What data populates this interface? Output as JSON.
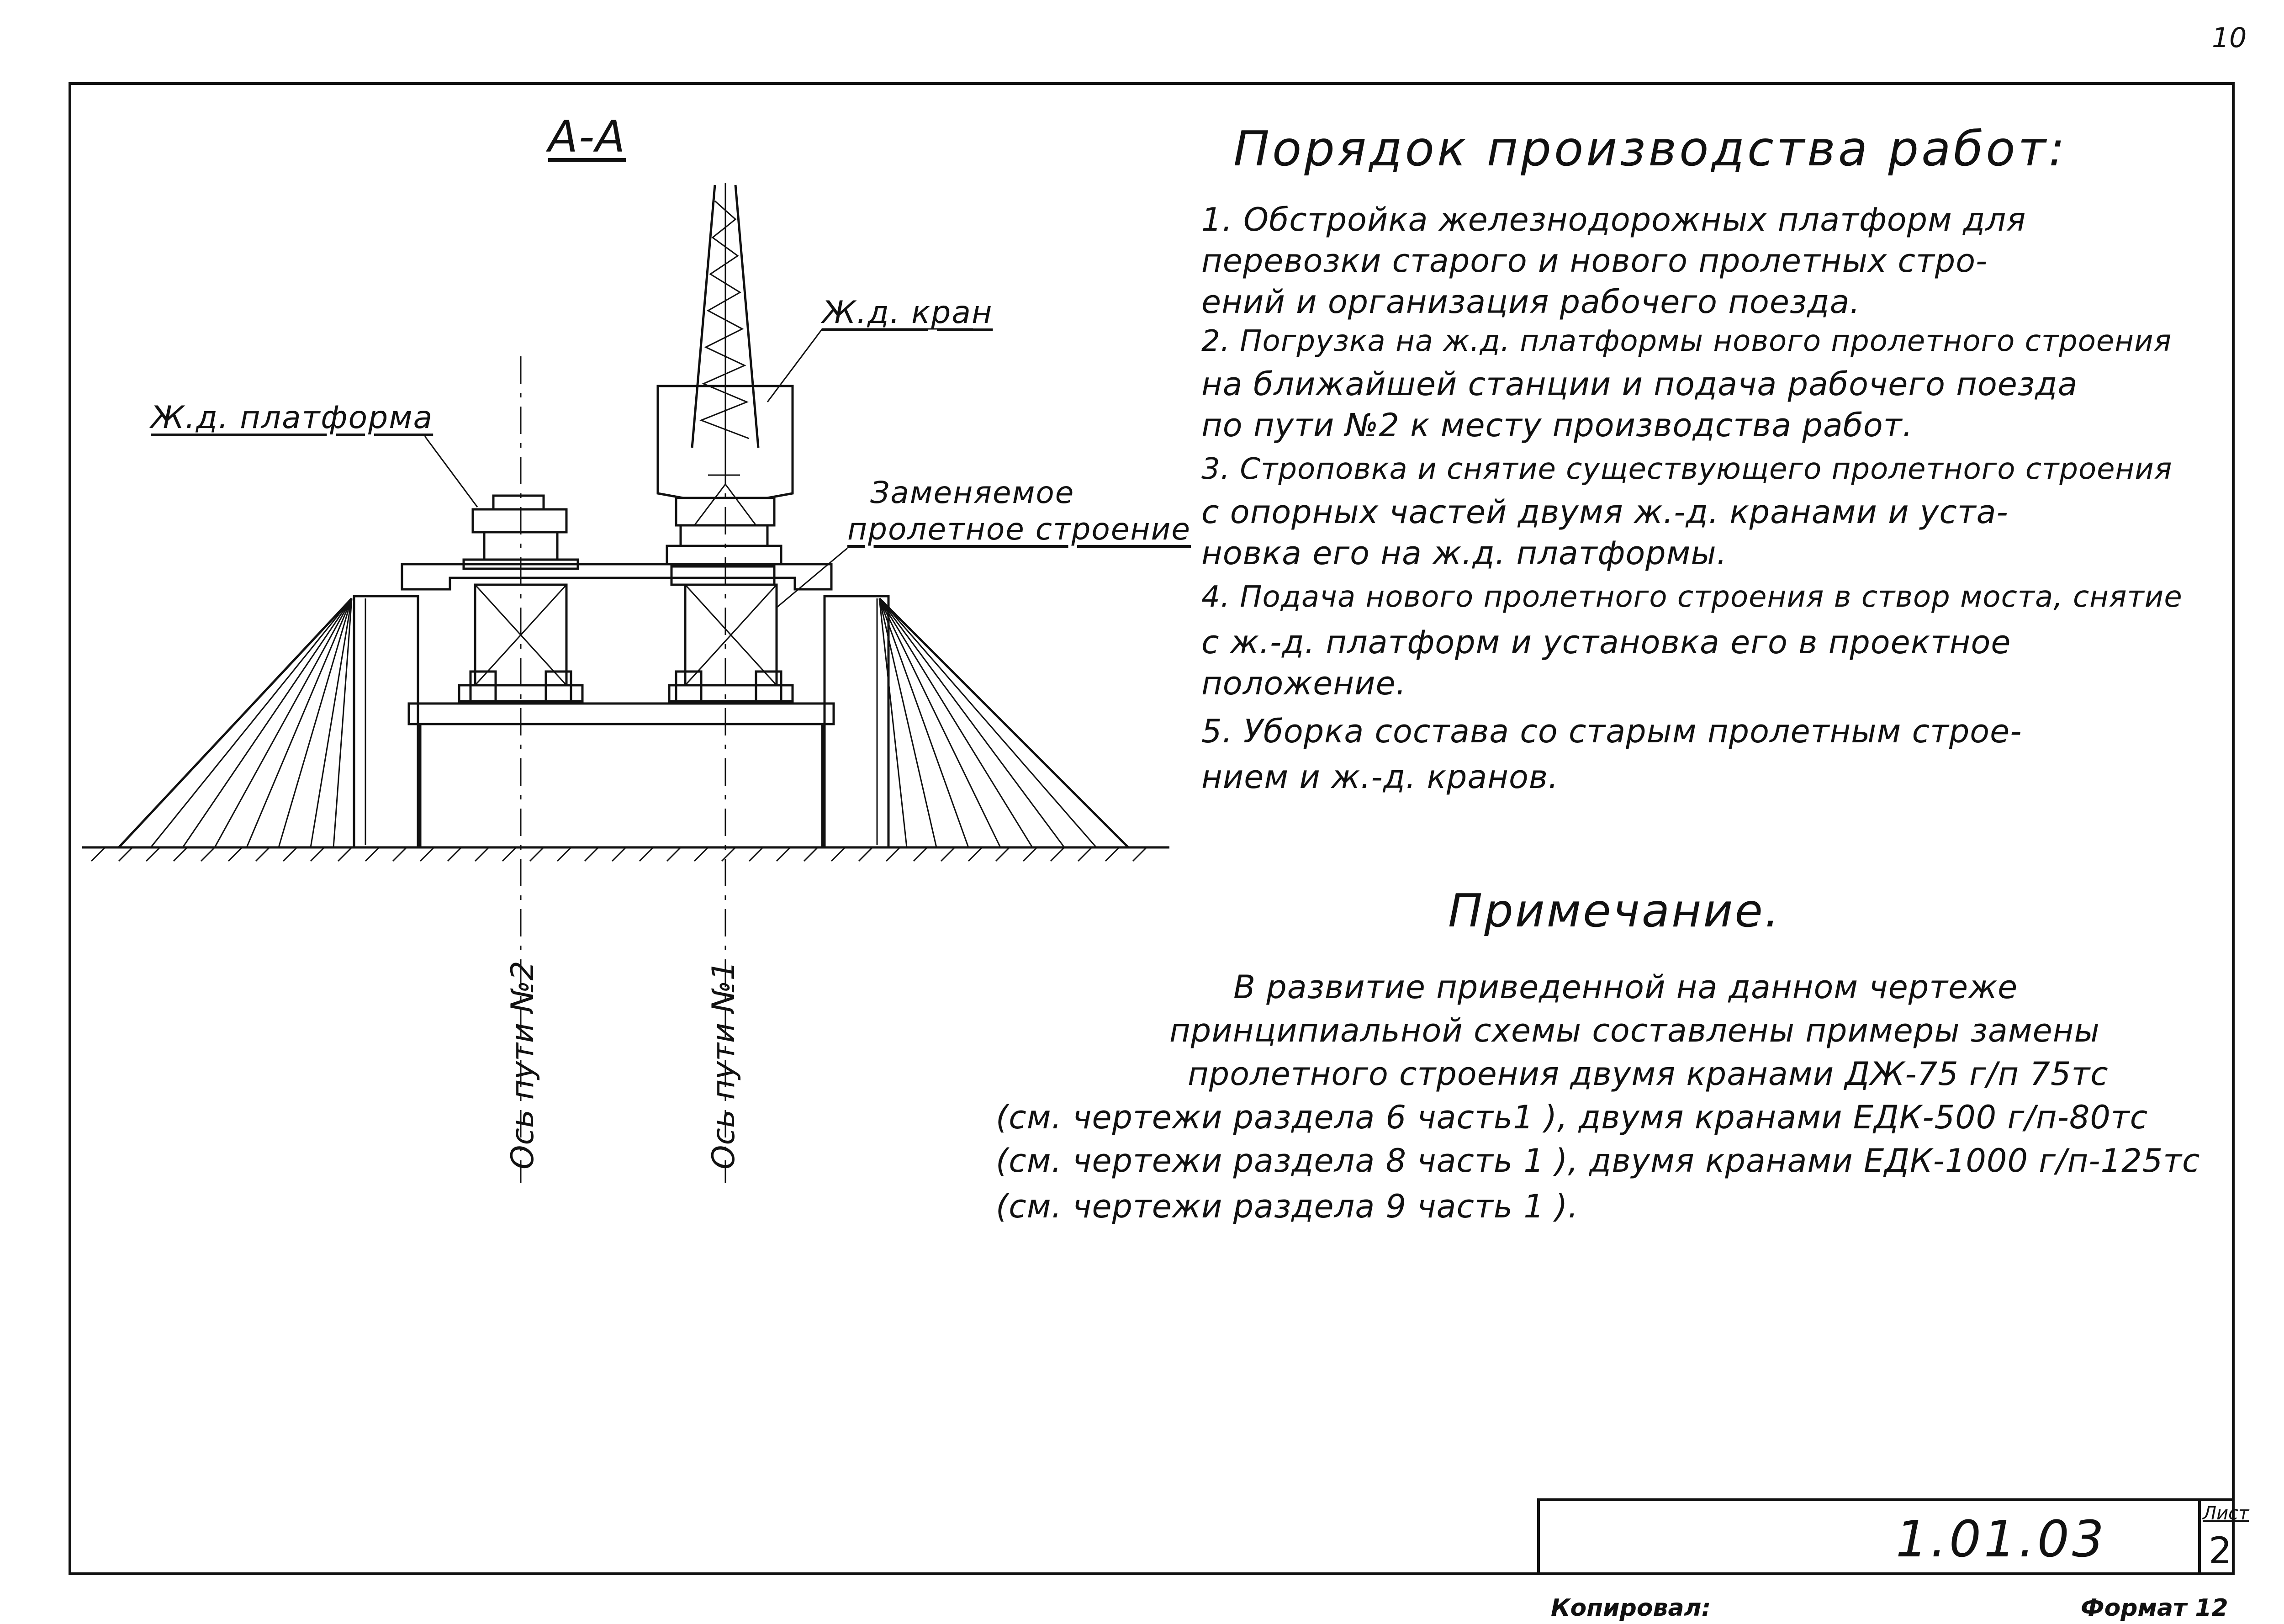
{
  "page_number": "10",
  "drawing": {
    "section_title": "А-А",
    "label_crane": "Ж.д. кран",
    "label_platform": "Ж.д. платформа",
    "label_span_line1": "Заменяемое",
    "label_span_line2": "пролетное строение",
    "axis_track2": "Ось пути №2",
    "axis_track1": "Ось пути №1"
  },
  "works": {
    "title": "Порядок производства работ:",
    "lines": [
      "1. Обстройка железнодорожных платформ для",
      "перевозки старого и нового пролетных стро-",
      "ений и организация рабочего поезда.",
      "2. Погрузка на ж.д. платформы нового пролетного строения",
      "на ближайшей станции и подача рабочего поезда",
      "по пути №2 к месту производства работ.",
      "3. Строповка и снятие существующего пролетного строения",
      "с опорных частей двумя ж.-д. кранами и уста-",
      "новка его на ж.д. платформы.",
      "4. Подача нового пролетного строения в створ моста, снятие",
      "с ж.-д. платформ и установка его в проектное",
      "положение.",
      "5. Уборка состава со старым пролетным строе-",
      "нием и ж.-д. кранов."
    ]
  },
  "note": {
    "title": "Примечание.",
    "lines": [
      "В развитие приведенной на данном чертеже",
      "принципиальной схемы составлены примеры замены",
      "пролетного строения двумя кранами ДЖ-75 г/п 75тс",
      "(см. чертежи раздела 6 часть1 ), двумя кранами ЕДК-500 г/п-80тс",
      "(см. чертежи раздела 8 часть 1 ), двумя кранами ЕДК-1000 г/п-125тс",
      "(см. чертежи раздела 9 часть 1 )."
    ]
  },
  "stamp": {
    "code": "1.01.03",
    "sheet_label": "Лист",
    "sheet_number": "2",
    "copied_label": "Копировал:",
    "format_label": "Формат 12"
  }
}
